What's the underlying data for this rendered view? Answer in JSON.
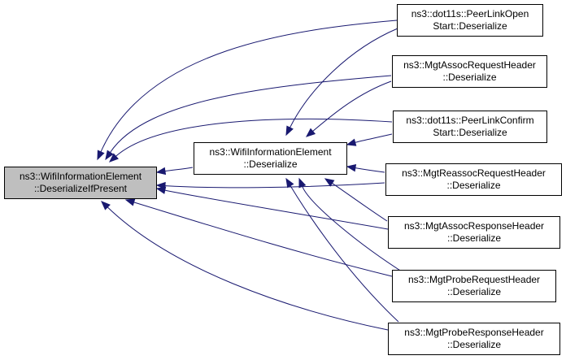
{
  "diagram": {
    "colors": {
      "edge": "#191970",
      "node_fill": "#ffffff",
      "node_highlight_fill": "#bfbfbf",
      "node_stroke": "#000000"
    },
    "nodes": [
      {
        "id": "deserialize_if_present",
        "lines": [
          "ns3::WifiInformationElement",
          "::DeserializeIfPresent"
        ],
        "highlighted": true
      },
      {
        "id": "wie_deserialize",
        "lines": [
          "ns3::WifiInformationElement",
          "::Deserialize"
        ],
        "highlighted": false
      },
      {
        "id": "peer_link_open",
        "lines": [
          "ns3::dot11s::PeerLinkOpen",
          "Start::Deserialize"
        ],
        "highlighted": false
      },
      {
        "id": "assoc_request",
        "lines": [
          "ns3::MgtAssocRequestHeader",
          "::Deserialize"
        ],
        "highlighted": false
      },
      {
        "id": "peer_link_confirm",
        "lines": [
          "ns3::dot11s::PeerLinkConfirm",
          "Start::Deserialize"
        ],
        "highlighted": false
      },
      {
        "id": "reassoc_request",
        "lines": [
          "ns3::MgtReassocRequestHeader",
          "::Deserialize"
        ],
        "highlighted": false
      },
      {
        "id": "assoc_response",
        "lines": [
          "ns3::MgtAssocResponseHeader",
          "::Deserialize"
        ],
        "highlighted": false
      },
      {
        "id": "probe_request",
        "lines": [
          "ns3::MgtProbeRequestHeader",
          "::Deserialize"
        ],
        "highlighted": false
      },
      {
        "id": "probe_response",
        "lines": [
          "ns3::MgtProbeResponseHeader",
          "::Deserialize"
        ],
        "highlighted": false
      }
    ],
    "edges": [
      {
        "from": "wie_deserialize",
        "to": "deserialize_if_present"
      },
      {
        "from": "peer_link_open",
        "to": "deserialize_if_present"
      },
      {
        "from": "assoc_request",
        "to": "deserialize_if_present"
      },
      {
        "from": "peer_link_confirm",
        "to": "deserialize_if_present"
      },
      {
        "from": "reassoc_request",
        "to": "deserialize_if_present"
      },
      {
        "from": "assoc_response",
        "to": "deserialize_if_present"
      },
      {
        "from": "probe_request",
        "to": "deserialize_if_present"
      },
      {
        "from": "probe_response",
        "to": "deserialize_if_present"
      },
      {
        "from": "peer_link_open",
        "to": "wie_deserialize"
      },
      {
        "from": "assoc_request",
        "to": "wie_deserialize"
      },
      {
        "from": "peer_link_confirm",
        "to": "wie_deserialize"
      },
      {
        "from": "reassoc_request",
        "to": "wie_deserialize"
      },
      {
        "from": "assoc_response",
        "to": "wie_deserialize"
      },
      {
        "from": "probe_request",
        "to": "wie_deserialize"
      },
      {
        "from": "probe_response",
        "to": "wie_deserialize"
      }
    ]
  }
}
